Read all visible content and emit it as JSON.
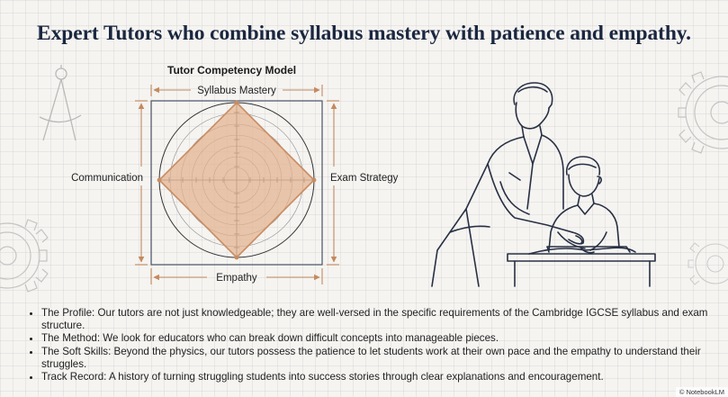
{
  "title": "Expert Tutors who combine syllabus mastery with patience and empathy.",
  "model": {
    "title": "Tutor Competency Model",
    "axes": {
      "top": "Syllabus Mastery",
      "right": "Exam Strategy",
      "bottom": "Empathy",
      "left": "Communication"
    },
    "values": {
      "top": 1.0,
      "right": 1.0,
      "bottom": 1.0,
      "left": 1.0
    },
    "fill_color": "#e3b38f",
    "stroke_color": "#c98c62"
  },
  "bullets": [
    "The Profile: Our tutors are not just knowledgeable; they are well-versed in the specific requirements of the Cambridge IGCSE syllabus and exam structure.",
    "The Method: We look for educators who can break down difficult concepts into manageable pieces.",
    "The Soft Skills: Beyond the physics, our tutors possess the patience to let students work at their own pace and the empathy to understand their struggles.",
    "Track Record: A history of turning struggling students into success stories through clear explanations and encouragement."
  ],
  "watermark": "© NotebookLM",
  "colors": {
    "title": "#1b2740",
    "dimension_lines": "#c4895e",
    "illustration": "#283044"
  },
  "icons": [
    "compass-icon",
    "gear-icon"
  ]
}
